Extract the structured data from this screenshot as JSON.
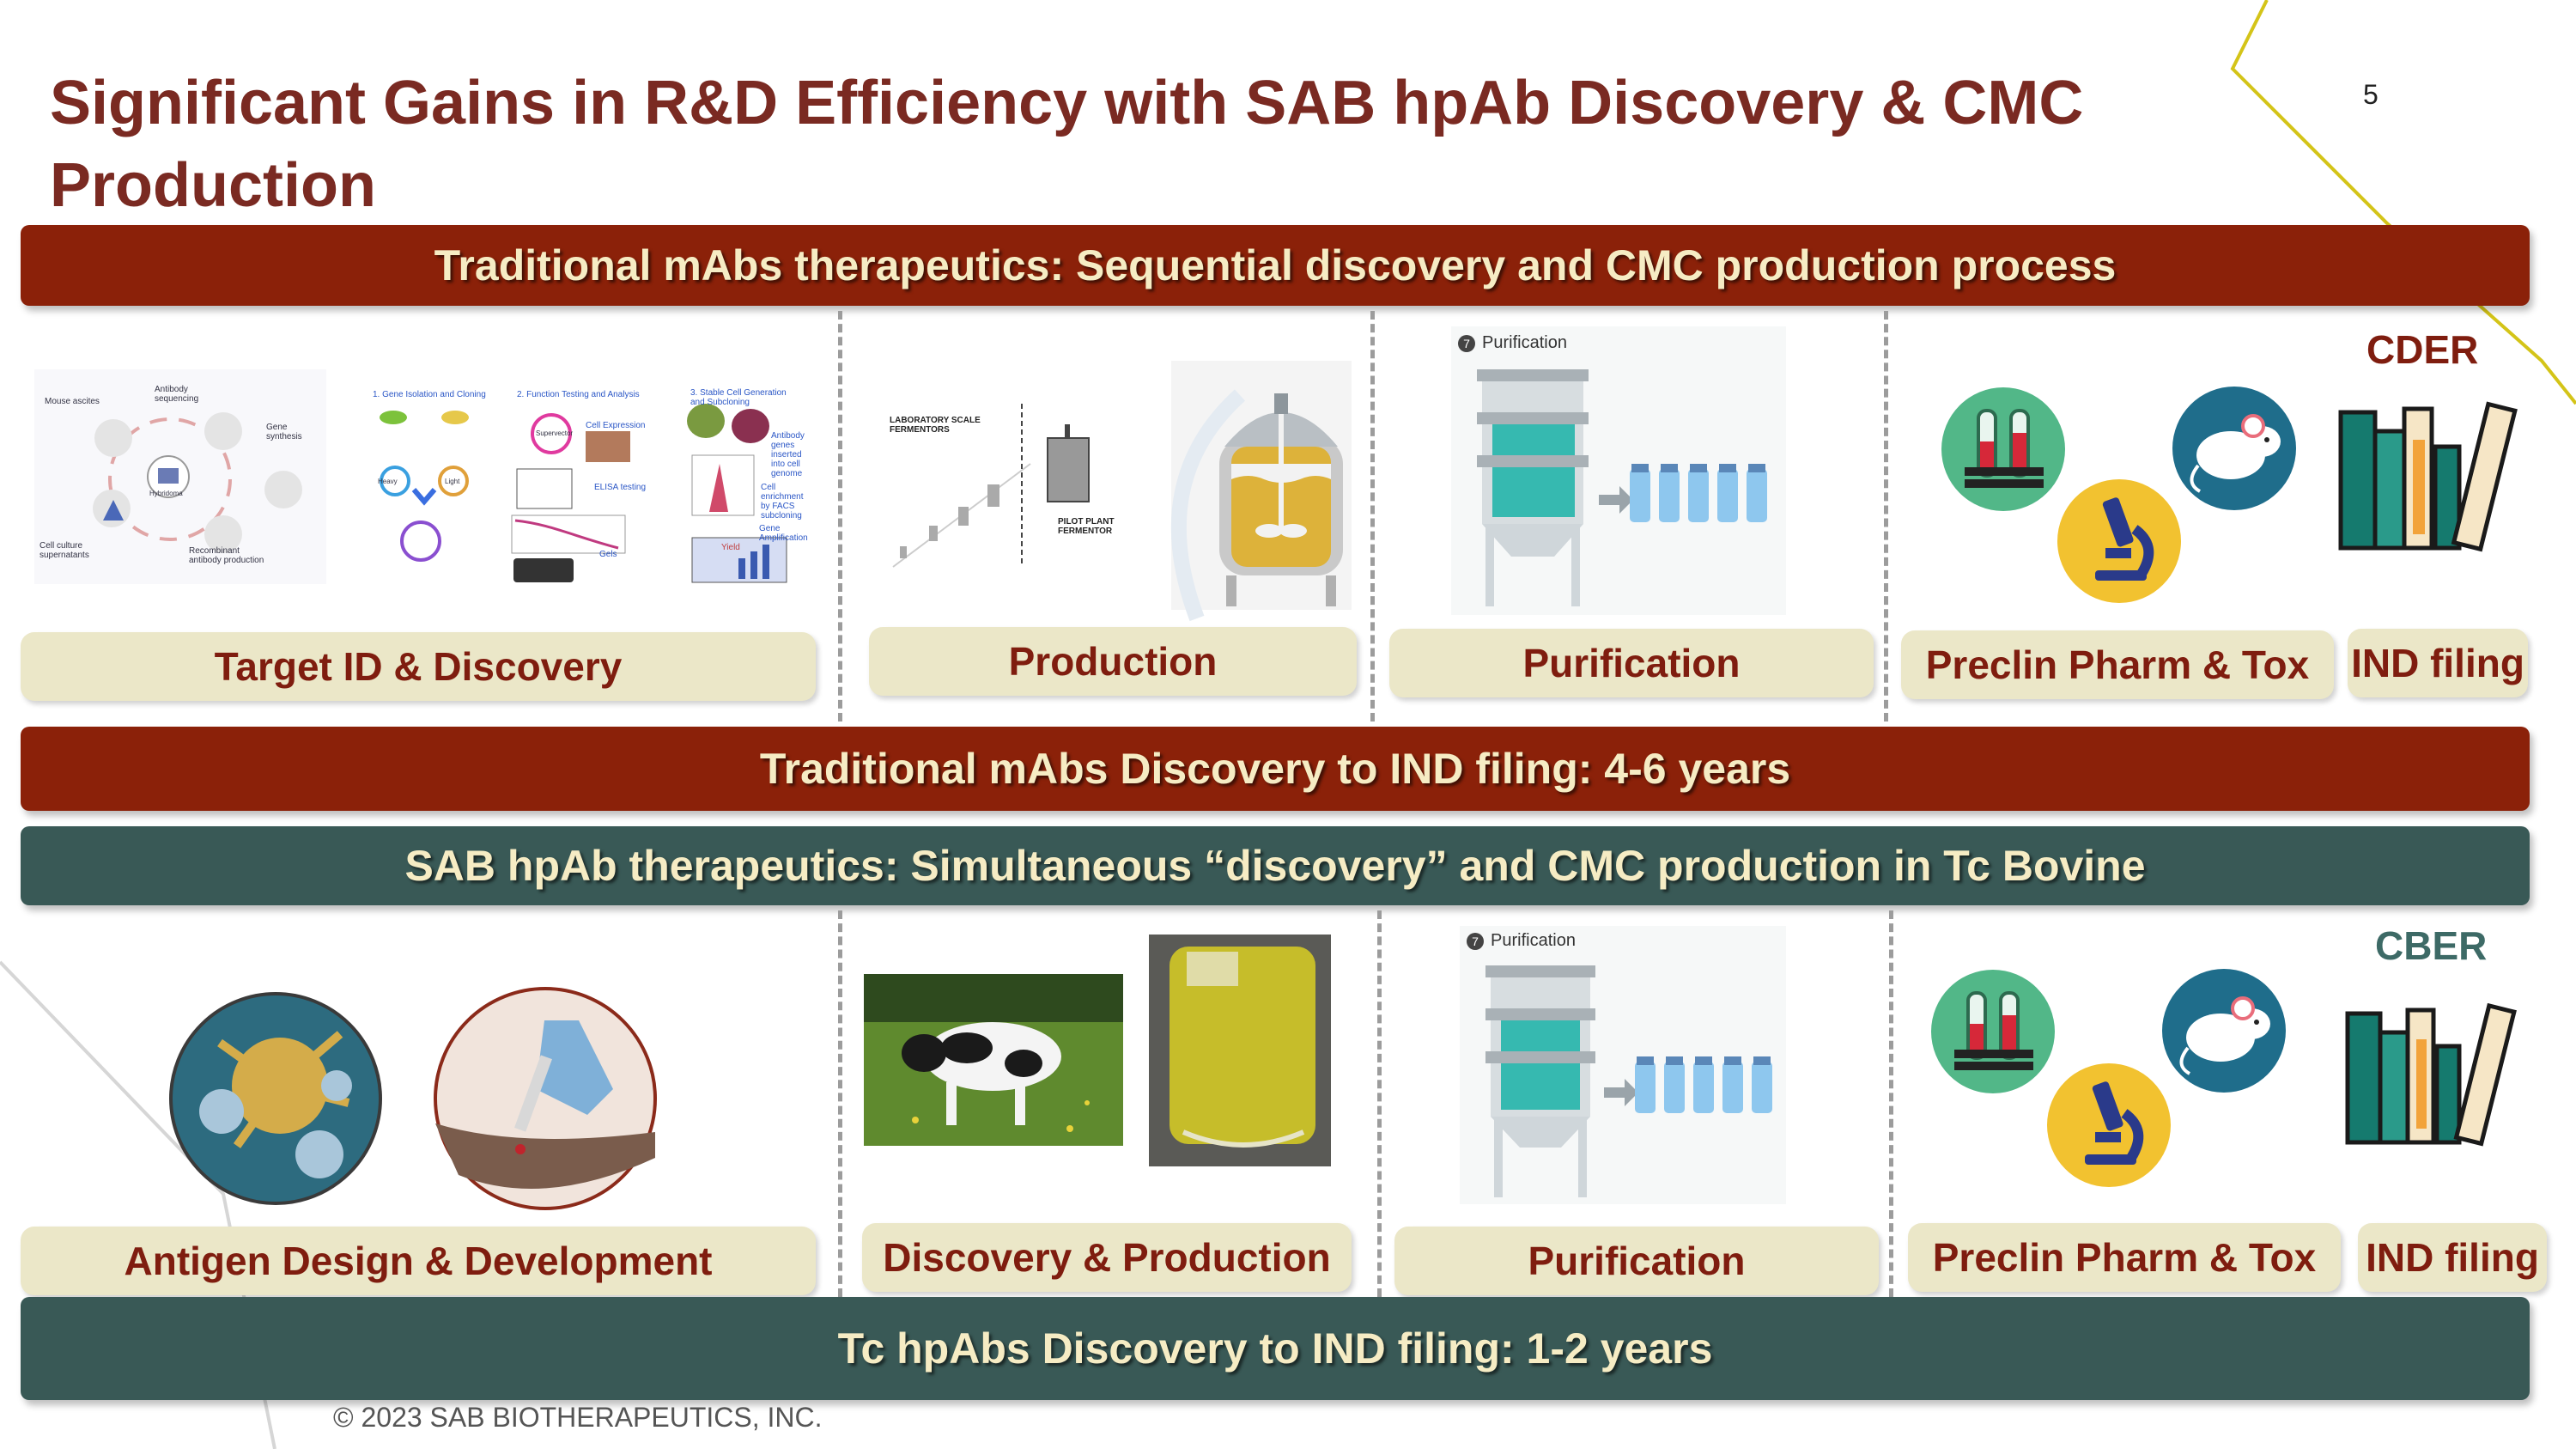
{
  "slide": {
    "title": "Significant Gains in R&D Efficiency with SAB hpAb Discovery & CMC Production",
    "page_number": "5",
    "footer": "© 2023 SAB BIOTHERAPEUTICS, INC."
  },
  "traditional": {
    "banner": "Traditional mAbs therapeutics: Sequential discovery and CMC production process",
    "agency": "CDER",
    "steps": [
      "Target ID & Discovery",
      "Production",
      "Purification",
      "Preclin Pharm & Tox",
      "IND filing"
    ],
    "timeline": "Traditional mAbs Discovery to IND filing: 4-6 years",
    "diagram": {
      "cycle_labels": [
        "Mouse ascites",
        "Antibody sequencing",
        "Gene synthesis",
        "Hybridoma",
        "Cell culture supernatants",
        "Recombinant antibody production"
      ],
      "process_labels": [
        "1. Gene Isolation and Cloning",
        "2. Function Testing and Analysis",
        "3. Stable Cell Generation and Subcloning",
        "Cell Expression",
        "ELISA testing",
        "Gels",
        "Antibody genes inserted into cell genome",
        "Cell enrichment by FACS subcloning",
        "Gene Amplification",
        "Yield",
        "Supervector",
        "Heavy",
        "Light"
      ],
      "fermentor_labels": [
        "LABORATORY SCALE FERMENTORS",
        "PILOT PLANT FERMENTOR"
      ],
      "purification_step": "Purification",
      "purification_number": "7"
    }
  },
  "sab": {
    "banner": "SAB hpAb therapeutics: Simultaneous “discovery” and CMC production in Tc Bovine",
    "agency": "CBER",
    "steps": [
      "Antigen Design & Development",
      "Discovery & Production",
      "Purification",
      "Preclin Pharm & Tox",
      "IND filing"
    ],
    "timeline": "Tc  hpAbs Discovery to IND filing: 1-2 years",
    "purification_step": "Purification",
    "purification_number": "7"
  },
  "colors": {
    "title": "#7a2a22",
    "red_banner": "#8b2109",
    "teal_banner": "#395956",
    "banner_text": "#f6ecc4",
    "label_bg": "#ebe7c8",
    "label_text": "#7f1d0f",
    "accent_yellow": "#d4c418"
  }
}
